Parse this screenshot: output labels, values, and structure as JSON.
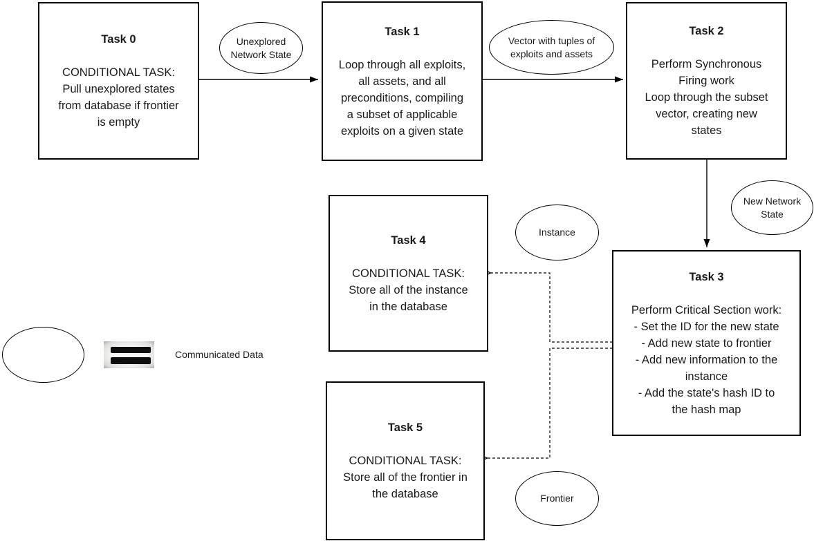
{
  "diagram": {
    "colors": {
      "stroke": "#000000",
      "text": "#1a1a1a",
      "background": "#ffffff"
    },
    "tasks": [
      {
        "title": "Task 0",
        "body": "CONDITIONAL TASK:\nPull unexplored states\nfrom database if frontier\nis empty"
      },
      {
        "title": "Task 1",
        "body": "Loop through all exploits,\nall assets, and all\npreconditions, compiling\na subset of applicable\nexploits on a given state"
      },
      {
        "title": "Task 2",
        "body": "Perform Synchronous\nFiring work\nLoop through the subset\nvector, creating new\nstates"
      },
      {
        "title": "Task 3",
        "body": "Perform Critical Section work:\n- Set the ID for the new state\n- Add new state to frontier\n- Add new information to the\ninstance\n- Add the state's hash ID to\nthe hash map"
      },
      {
        "title": "Task 4",
        "body": "CONDITIONAL TASK:\nStore all of the instance\nin the database"
      },
      {
        "title": "Task 5",
        "body": "CONDITIONAL TASK:\nStore all of the frontier in\nthe database"
      }
    ],
    "data_labels": [
      {
        "label": "Unexplored\nNetwork State"
      },
      {
        "label": "Vector with tuples of\nexploits and assets"
      },
      {
        "label": "New Network\nState"
      },
      {
        "label": "Instance"
      },
      {
        "label": "Frontier"
      }
    ],
    "connections": [
      {
        "from": "Task 0",
        "to": "Task 1",
        "style": "solid",
        "data": "Unexplored Network State"
      },
      {
        "from": "Task 1",
        "to": "Task 2",
        "style": "solid",
        "data": "Vector with tuples of exploits and assets"
      },
      {
        "from": "Task 2",
        "to": "Task 3",
        "style": "solid",
        "data": "New Network State"
      },
      {
        "from": "Task 3",
        "to": "Task 4",
        "style": "dashed",
        "data": "Instance"
      },
      {
        "from": "Task 3",
        "to": "Task 5",
        "style": "dashed",
        "data": "Frontier"
      }
    ],
    "legend": {
      "symbol": "ellipse",
      "icon": "equals-icon",
      "label": "Communicated Data"
    }
  }
}
